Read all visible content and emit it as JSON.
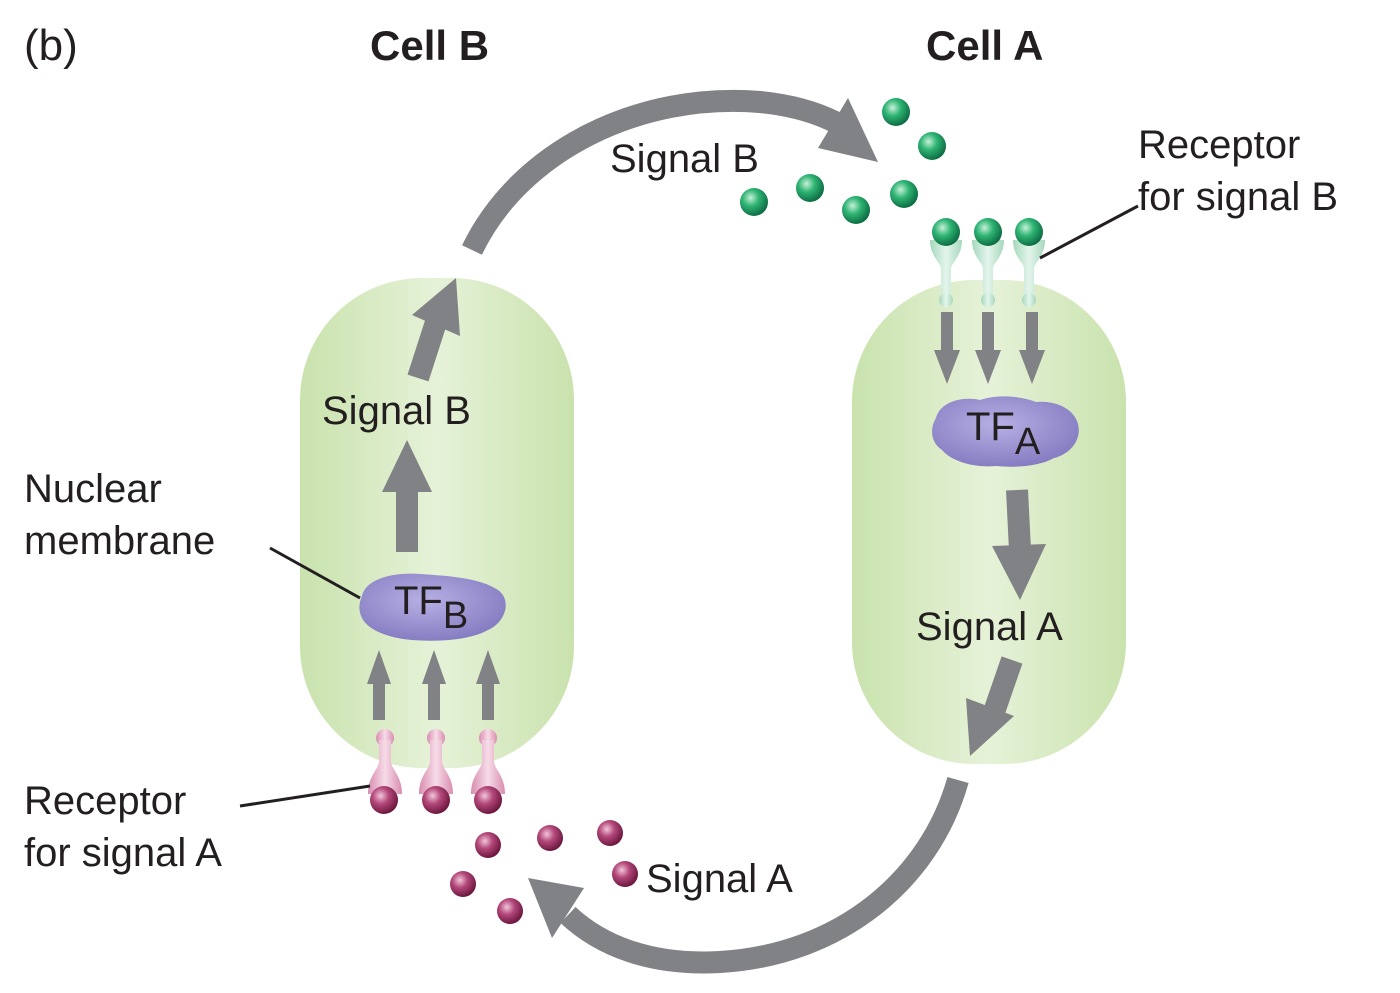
{
  "panel_label": "(b)",
  "cell_b": {
    "title": "Cell B",
    "signal_inside": "Signal B",
    "tf_main": "TF",
    "tf_sub": "B"
  },
  "cell_a": {
    "title": "Cell A",
    "signal_inside": "Signal A",
    "tf_main": "TF",
    "tf_sub": "A"
  },
  "labels": {
    "signal_b_outside": "Signal B",
    "signal_a_outside": "Signal A",
    "receptor_b_line1": "Receptor",
    "receptor_b_line2": "for signal B",
    "receptor_a_line1": "Receptor",
    "receptor_a_line2": "for signal A",
    "nuclear_line1": "Nuclear",
    "nuclear_line2": "membrane"
  },
  "colors": {
    "cell_fill": "#d9ecc4",
    "arrow_gray": "#808285",
    "tf_purple": "#8f86c9",
    "signal_b_green": "#1a9a63",
    "receptor_b_green": "#bfe3cf",
    "signal_a_magenta": "#9c2a5f",
    "receptor_a_pink": "#e7aec8",
    "text": "#231f20"
  }
}
